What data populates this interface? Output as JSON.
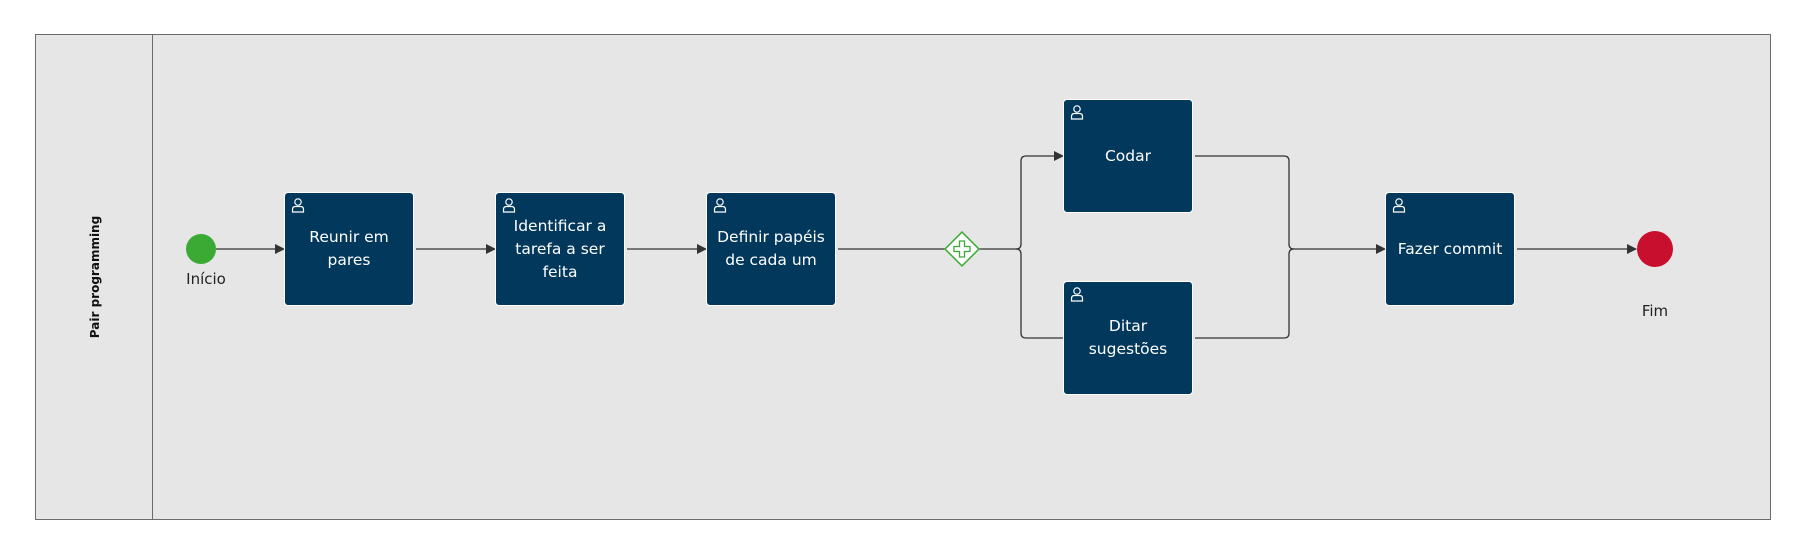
{
  "lane": {
    "title": "Pair programming"
  },
  "events": {
    "start": {
      "label": "Início",
      "color": "#3aaa35"
    },
    "end": {
      "label": "Fim",
      "color": "#c8102e"
    }
  },
  "tasks": [
    {
      "id": "t1",
      "label": "Reunir em pares",
      "icon": "user-icon"
    },
    {
      "id": "t2",
      "label": "Identificar a tarefa a ser feita",
      "icon": "user-icon"
    },
    {
      "id": "t3",
      "label": "Definir papéis de cada um",
      "icon": "user-icon"
    },
    {
      "id": "t4",
      "label": "Codar",
      "icon": "user-icon"
    },
    {
      "id": "t5",
      "label": "Ditar sugestões",
      "icon": "user-icon"
    },
    {
      "id": "t6",
      "label": "Fazer commit",
      "icon": "user-icon"
    }
  ],
  "gateway": {
    "type": "parallel",
    "icon": "plus-icon",
    "color": "#3aaa35"
  },
  "colors": {
    "task_fill": "#02385b",
    "pool_fill": "#e6e6e6",
    "flow": "#333333"
  }
}
